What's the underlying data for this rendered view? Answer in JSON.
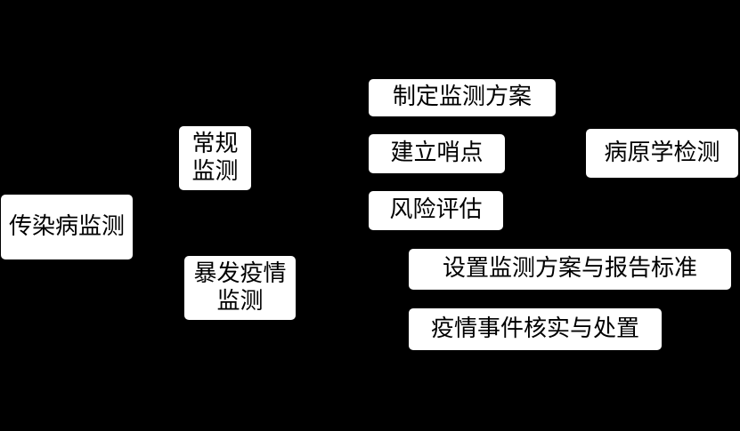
{
  "diagram": {
    "root": {
      "label": "传染病监测"
    },
    "routine": {
      "line1": "常规",
      "line2": "监测"
    },
    "outbreak": {
      "line1": "暴发疫情",
      "line2": "监测"
    },
    "routine_steps": [
      {
        "label": "制定监测方案"
      },
      {
        "label": "建立哨点"
      },
      {
        "label": "风险评估"
      }
    ],
    "pathogen": {
      "label": "病原学检测"
    },
    "outbreak_steps": [
      {
        "label": "设置监测方案与报告标准"
      },
      {
        "label": "疫情事件核实与处置"
      }
    ]
  }
}
